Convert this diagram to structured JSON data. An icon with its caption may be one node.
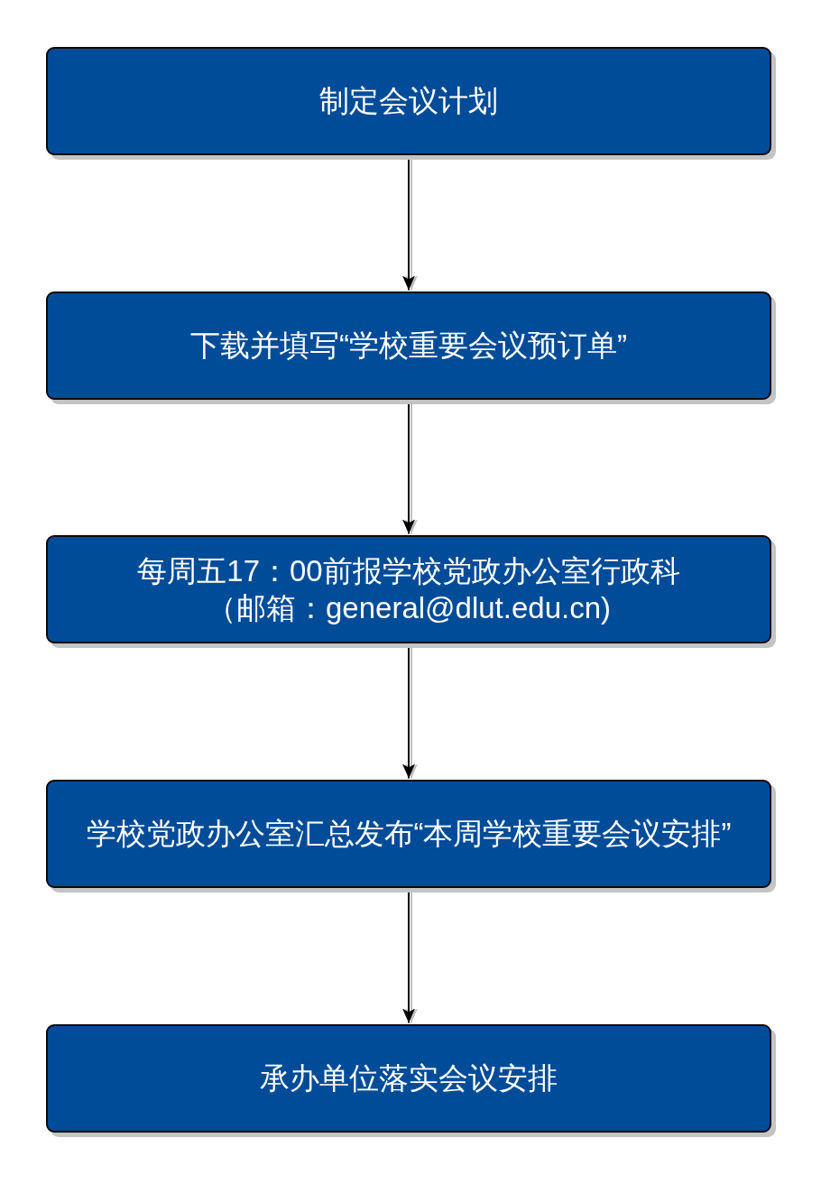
{
  "diagram": {
    "nodes": [
      {
        "text": [
          "制定会议计划"
        ]
      },
      {
        "text": [
          "下载并填写“学校重要会议预订单”"
        ]
      },
      {
        "text": [
          "每周五17：00前报学校党政办公室行政科（邮箱：general@dlut.edu.cn)"
        ]
      },
      {
        "text": [
          "学校党政办公室汇总发布“本周学校重要会议安排”"
        ]
      },
      {
        "text": [
          "承办单位落实会议安排"
        ]
      }
    ],
    "edges": [
      {
        "from": 0,
        "to": 1,
        "arrow": "to"
      },
      {
        "from": 1,
        "to": 2,
        "arrow": "to"
      },
      {
        "from": 2,
        "to": 3,
        "arrow": "to"
      },
      {
        "from": 3,
        "to": 4,
        "arrow": "to"
      }
    ]
  }
}
